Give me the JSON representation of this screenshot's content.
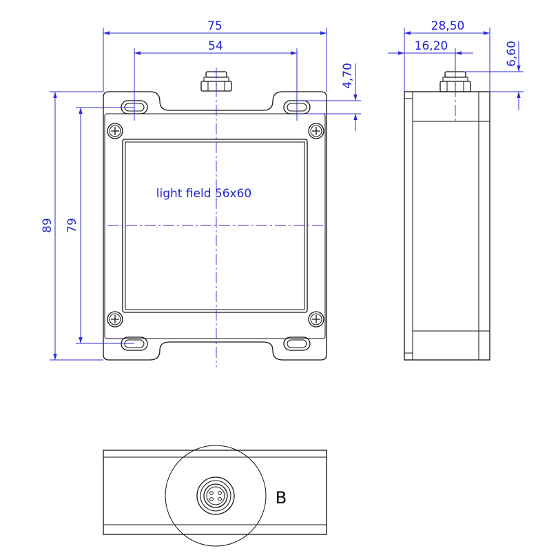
{
  "drawing": {
    "label": "light field 56x60",
    "view_label": "B",
    "dimensions": {
      "width_overall": "75",
      "hole_spacing_x": "54",
      "height_overall": "89",
      "hole_spacing_y": "79",
      "hole_offset": "4,70",
      "depth_overall": "28,50",
      "connector_offset": "16,20",
      "connector_height": "6,60"
    },
    "colors": {
      "dimension": "#2b2bd6",
      "outline": "#111111"
    }
  }
}
